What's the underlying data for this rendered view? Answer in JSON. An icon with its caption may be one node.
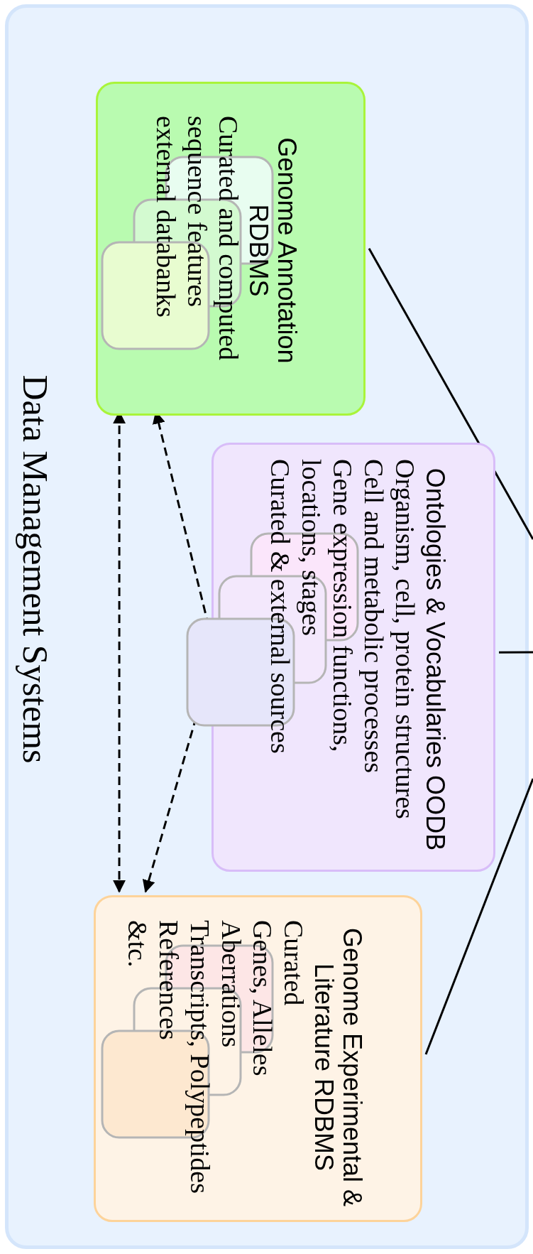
{
  "diagram": {
    "nodes": [
      {
        "text": [
          "Data Management Systems"
        ]
      },
      {
        "text": [
          "Genome Annotation RDBMS",
          "Curated and computed sequence features",
          "external databanks"
        ],
        "in": 0
      },
      {
        "text": [
          "Ontologies & Vocabularies OODB",
          "Organism, cell, protein structures",
          "Cell and metabolic processes",
          "Gene expression functions, locations, stages",
          "Curated & external sources"
        ],
        "in": 0
      },
      {
        "text": [
          "Genome Experimental & Literature RDBMS",
          "Curated",
          "Genes, Alleles",
          "Aberrations",
          "Transcripts, Polypeptides",
          "References",
          "&tc."
        ],
        "in": 0
      }
    ],
    "edges": [
      {
        "from": 1,
        "to": null,
        "arrow": "none"
      },
      {
        "from": 2,
        "to": null,
        "arrow": "none"
      },
      {
        "from": 3,
        "to": null,
        "arrow": "none"
      },
      {
        "from": 1,
        "to": 3,
        "arrow": "both",
        "style": "dashed"
      },
      {
        "from": 2,
        "to": 1,
        "arrow": "to",
        "style": "dashed"
      },
      {
        "from": 2,
        "to": 3,
        "arrow": "to",
        "style": "dashed"
      }
    ]
  }
}
